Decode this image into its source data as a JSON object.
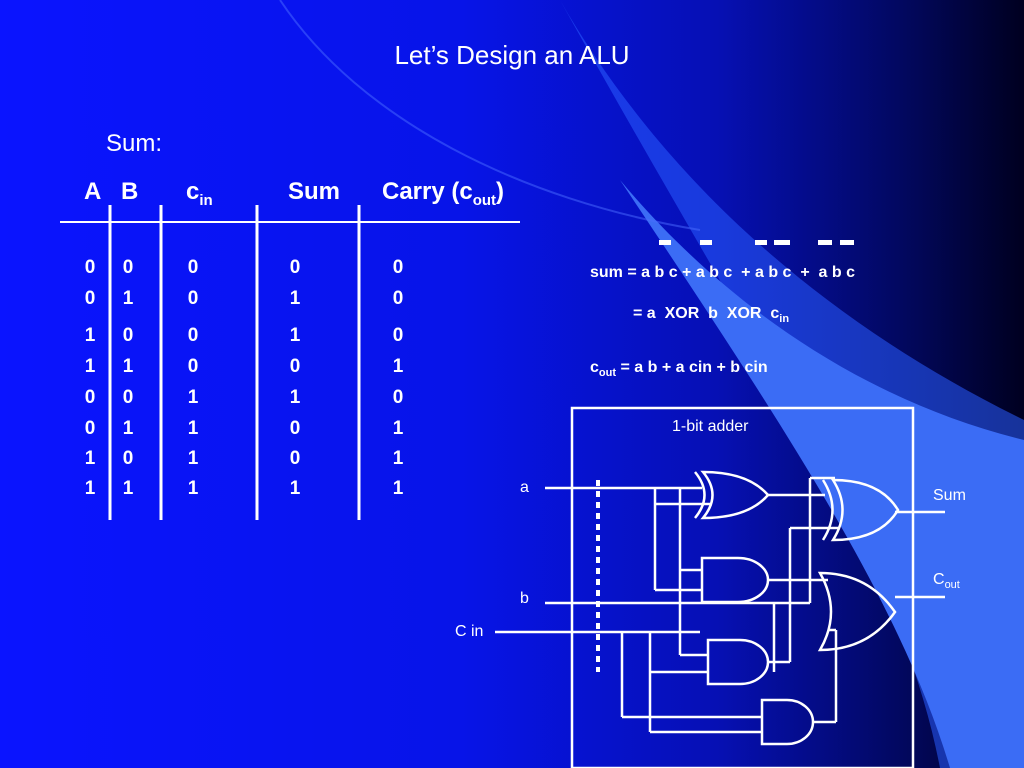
{
  "slide": {
    "title": "Let’s Design an ALU",
    "section_label": "Sum:"
  },
  "truth_table": {
    "headers": {
      "a": "A",
      "b": "B",
      "cin_main": "c",
      "cin_sub": "in",
      "sum": "Sum",
      "carry_main": "Carry (c",
      "carry_sub": "out",
      "carry_close": ")"
    },
    "rows": [
      [
        "0",
        "0",
        "0",
        "0",
        "0"
      ],
      [
        "0",
        "1",
        "0",
        "1",
        "0"
      ],
      [
        "1",
        "0",
        "0",
        "1",
        "0"
      ],
      [
        "1",
        "1",
        "0",
        "0",
        "1"
      ],
      [
        "0",
        "0",
        "1",
        "1",
        "0"
      ],
      [
        "0",
        "1",
        "1",
        "0",
        "1"
      ],
      [
        "1",
        "0",
        "1",
        "0",
        "1"
      ],
      [
        "1",
        "1",
        "1",
        "1",
        "1"
      ]
    ]
  },
  "equations": {
    "sum_line": "sum = a b c + a b c  + a b c  +  a b c",
    "xor_prefix": "= a  XOR  b  XOR  c",
    "xor_sub": "in",
    "cout_main": "c",
    "cout_sub": "out",
    "cout_rest": " = a b + a cin + b cin"
  },
  "circuit": {
    "title": "1-bit adder",
    "input_a": "a",
    "input_b": "b",
    "input_cin": "C in",
    "output_sum": "Sum",
    "output_cout_main": "C",
    "output_cout_sub": "out"
  }
}
